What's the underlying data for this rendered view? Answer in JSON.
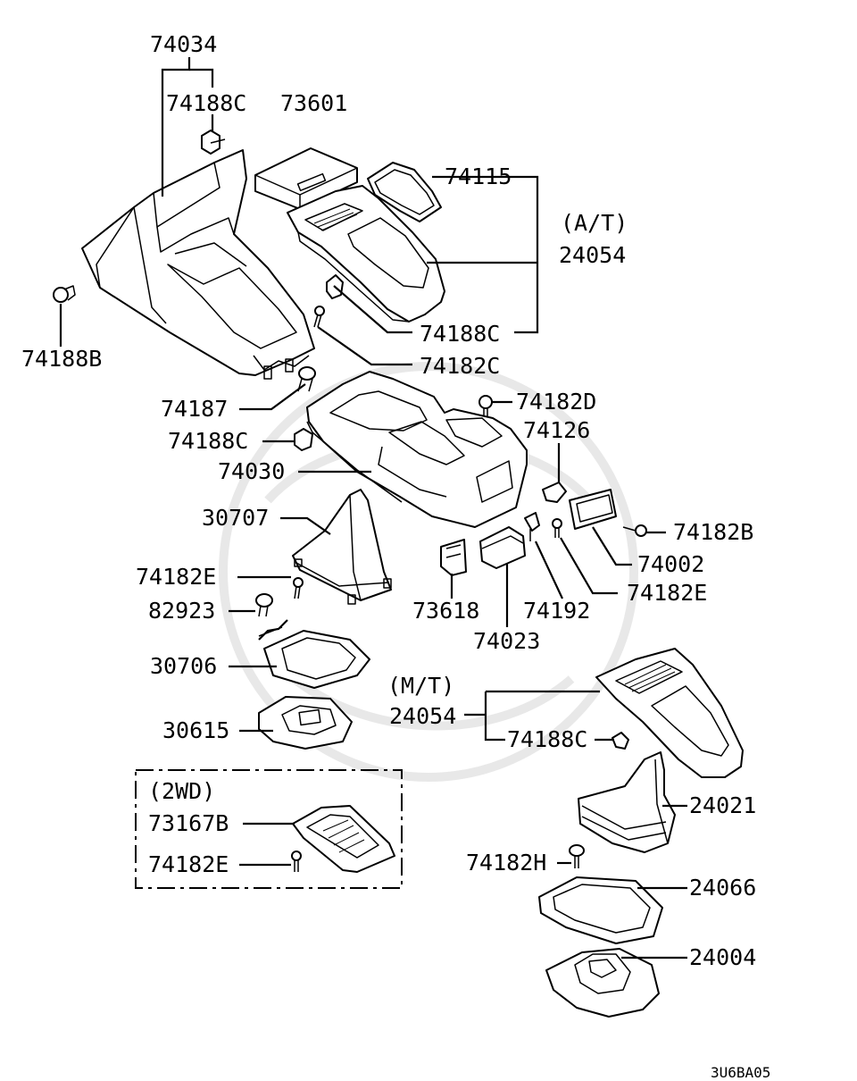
{
  "diagram_code": "3U6BA05",
  "labels": {
    "p74034": "74034",
    "p74188c_top": "74188C",
    "p73601": "73601",
    "p74115": "74115",
    "at": "(A/T)",
    "p24054_at": "24054",
    "p74188c_at": "74188C",
    "p74182c": "74182C",
    "p74188b": "74188B",
    "p74187": "74187",
    "p74182d": "74182D",
    "p74188c_mid": "74188C",
    "p74126": "74126",
    "p74030": "74030",
    "p30707": "30707",
    "p74182b": "74182B",
    "p74002": "74002",
    "p74182e_1": "74182E",
    "p74182e_2": "74182E",
    "p82923": "82923",
    "p73618": "73618",
    "p74192": "74192",
    "p74023": "74023",
    "p30706": "30706",
    "mt": "(M/T)",
    "p24054_mt": "24054",
    "p74188c_mt": "74188C",
    "p30615": "30615",
    "wd2": "(2WD)",
    "p73167b": "73167B",
    "p74182e_2wd": "74182E",
    "p24021": "24021",
    "p74182h": "74182H",
    "p24066": "24066",
    "p24004": "24004"
  }
}
